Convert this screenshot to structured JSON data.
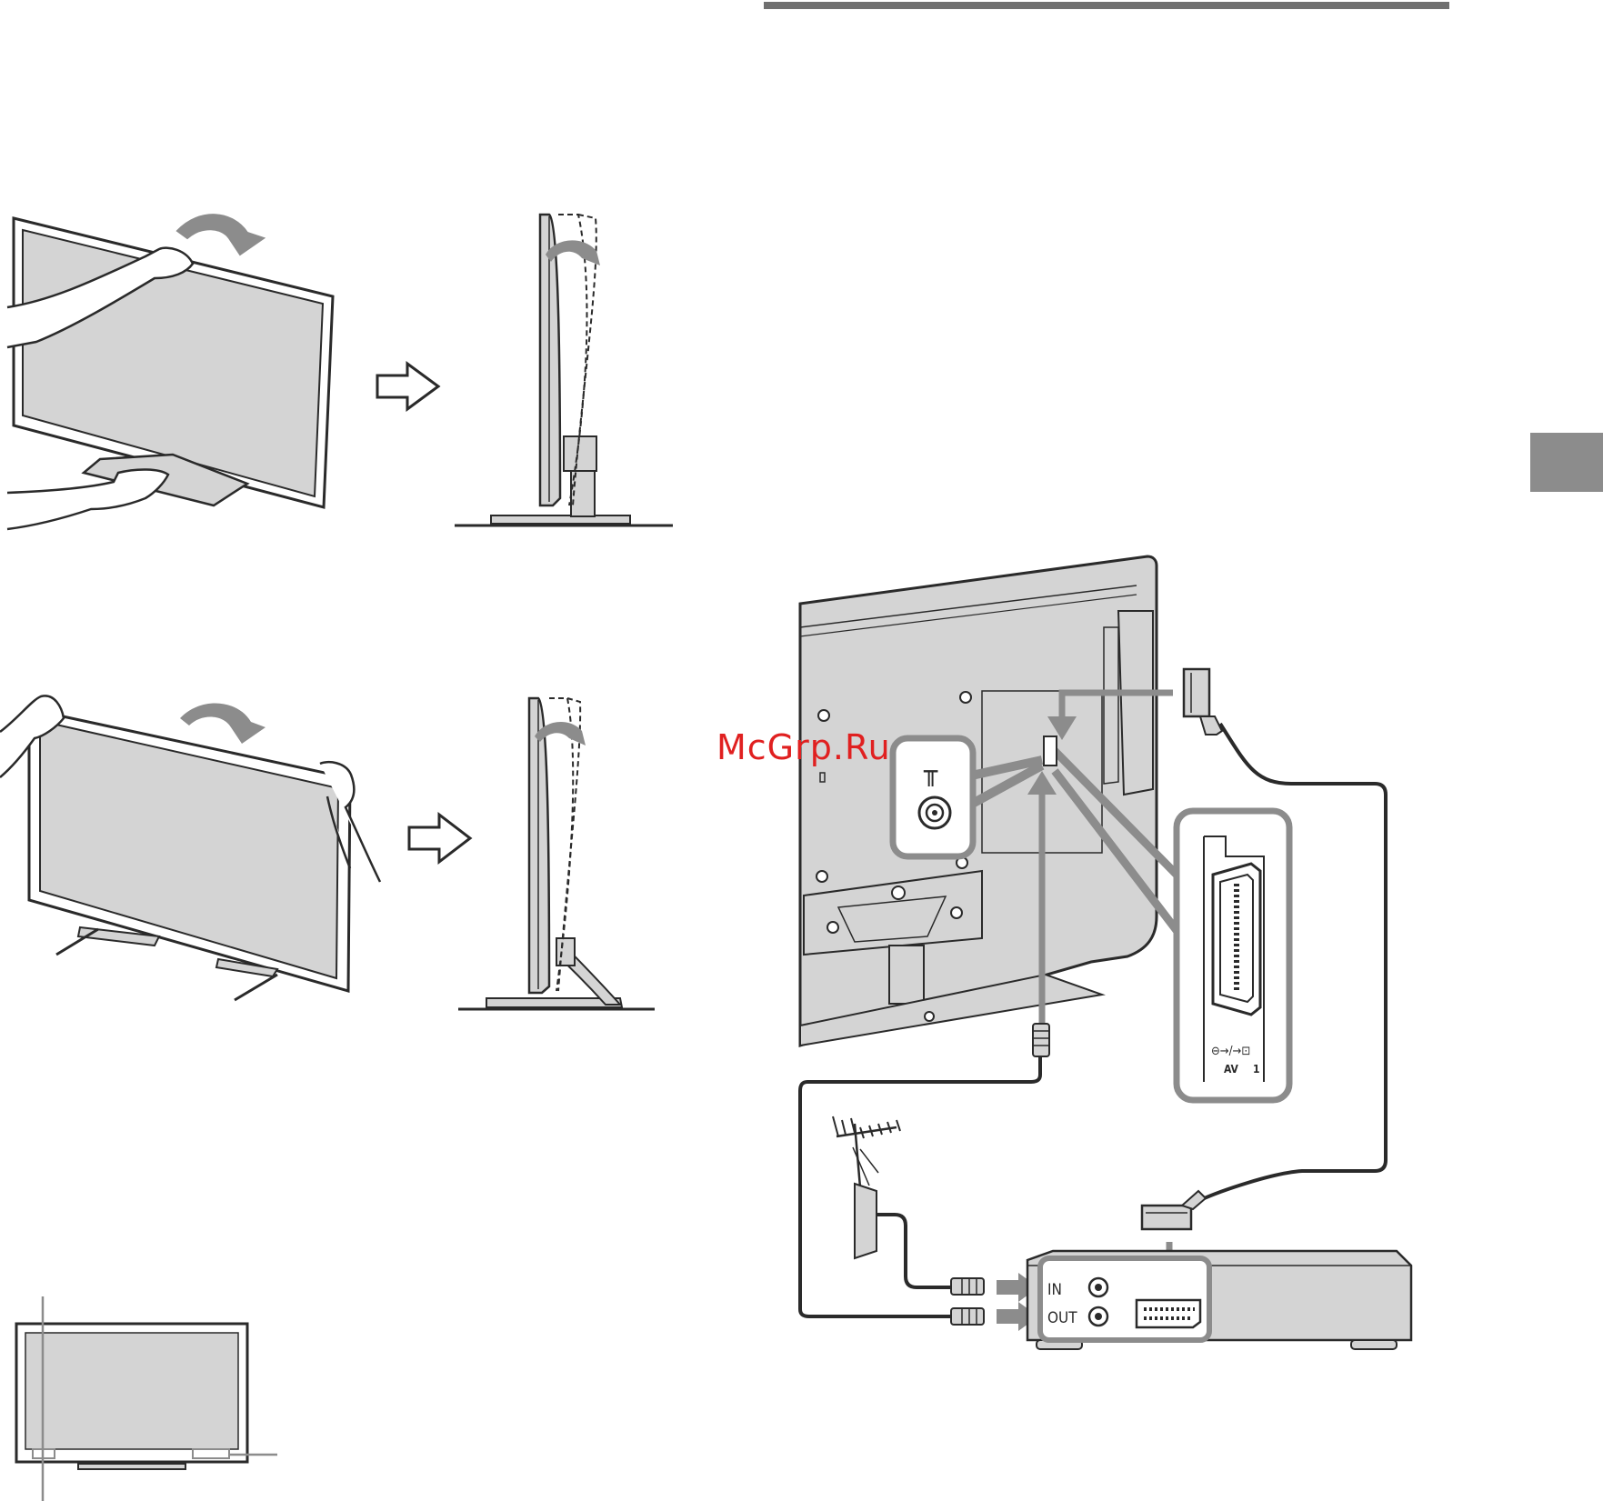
{
  "watermark": "McGrp.Ru",
  "colors": {
    "panel_fill": "#d4d4d4",
    "outline": "#2a2a2a",
    "highlight_gray": "#8c8c8c",
    "tab_gray": "#8c8c8c",
    "header_bar": "#707070",
    "watermark_red": "#e02020"
  },
  "connection": {
    "recorder": {
      "in_label": "IN",
      "out_label": "OUT"
    },
    "scart_panel": {
      "icon_text": "⊖→/→⊡",
      "port_label": "AV",
      "port_number": "1"
    },
    "antenna_port_symbol": "╥"
  },
  "icons": {
    "push_arrow": "hollow-right-arrow",
    "rotate_arrow": "curved-arrow",
    "antenna": "antenna-icon",
    "coax_plug": "coax-plug-icon",
    "scart_plug": "scart-plug-icon"
  }
}
